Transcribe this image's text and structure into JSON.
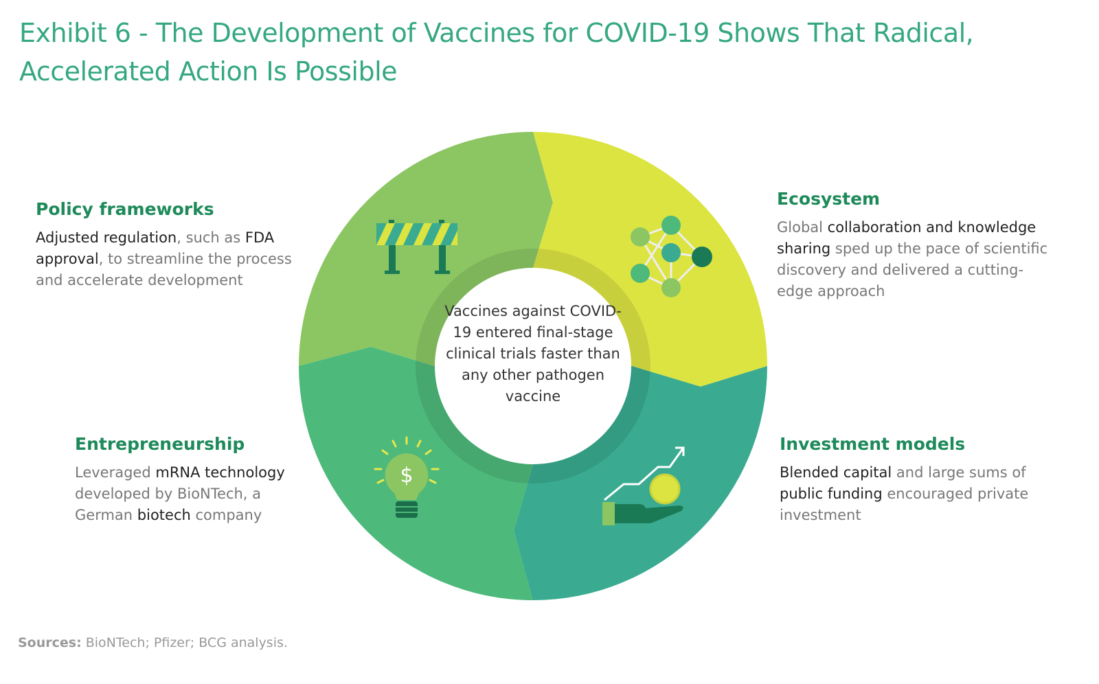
{
  "title": "Exhibit 6 - The Development of Vaccines for COVID-19 Shows That Radical, Accelerated Action Is Possible",
  "center_text": "Vaccines against COVID-19 entered final-stage clinical trials faster than any other pathogen vaccine",
  "segments": {
    "policy": {
      "heading": "Policy frameworks",
      "icon": "barrier-icon",
      "color": "#8bc663",
      "text": [
        "Adjusted regulation",
        ", such as ",
        "FDA approval",
        ", to streamline the process and accelerate development"
      ]
    },
    "ecosystem": {
      "heading": "Ecosystem",
      "icon": "network-icon",
      "color": "#dce442",
      "text": [
        "Global ",
        "collaboration and knowledge sharing",
        " sped up the pace of scientific discovery and delivered a cutting-edge approach"
      ]
    },
    "entrepreneurship": {
      "heading": "Entrepreneurship",
      "icon": "lightbulb-dollar-icon",
      "color": "#4db97a",
      "text": [
        "Leveraged ",
        "mRNA technology",
        " developed by BioNTech, a German ",
        "biotech",
        " company"
      ]
    },
    "investment": {
      "heading": "Investment models",
      "icon": "hand-coin-growth-icon",
      "color": "#3aab91",
      "text": [
        "Blended capital",
        " and large sums of ",
        "public funding",
        " encouraged private investment"
      ]
    }
  },
  "sources": {
    "label": "Sources:",
    "text": " BioNTech; Pfizer; BCG analysis."
  }
}
